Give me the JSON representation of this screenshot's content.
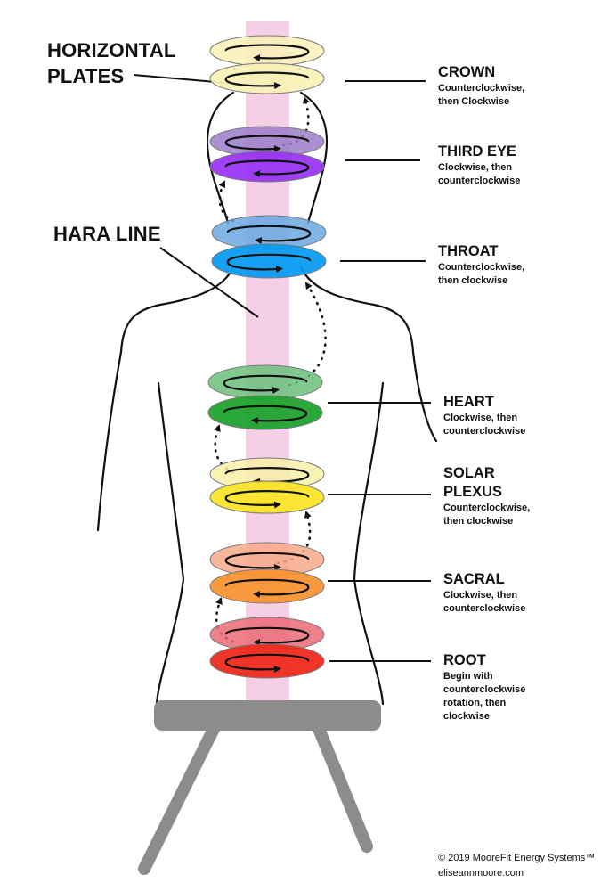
{
  "labels": {
    "horizontal_plates": "HORIZONTAL\nPLATES",
    "hara_line": "HARA LINE"
  },
  "chakras": [
    {
      "name": "CROWN",
      "description": "Counterclockwise,\nthen Clockwise",
      "top_color": "#f9f1b6",
      "bottom_color": "#f9f1b6"
    },
    {
      "name": "THIRD EYE",
      "description": "Clockwise, then\ncounterclockwise",
      "top_color": "#9b7bc9",
      "bottom_color": "#9a35f5"
    },
    {
      "name": "THROAT",
      "description": "Counterclockwise,\nthen clockwise",
      "top_color": "#6aa8e0",
      "bottom_color": "#0a9cf2"
    },
    {
      "name": "HEART",
      "description": "Clockwise, then\ncounterclockwise",
      "top_color": "#6bc07a",
      "bottom_color": "#1fa32e"
    },
    {
      "name": "SOLAR\nPLEXUS",
      "description": "Counterclockwise,\nthen clockwise",
      "top_color": "#f8f0a8",
      "bottom_color": "#fbe628"
    },
    {
      "name": "SACRAL",
      "description": "Clockwise, then\ncounterclockwise",
      "top_color": "#f7a98a",
      "bottom_color": "#f99433"
    },
    {
      "name": "ROOT",
      "description": "Begin with\ncounterclockwise\nrotation, then\nclockwise",
      "top_color": "#eb6a74",
      "bottom_color": "#ee2a1e"
    }
  ],
  "colors": {
    "hara_line": "#f4cfe6",
    "stool": "#8c8c8c",
    "outline": "#111111"
  },
  "footer": {
    "copyright": "© 2019  MooreFit Energy Systems™",
    "website": "eliseannmoore.com"
  }
}
